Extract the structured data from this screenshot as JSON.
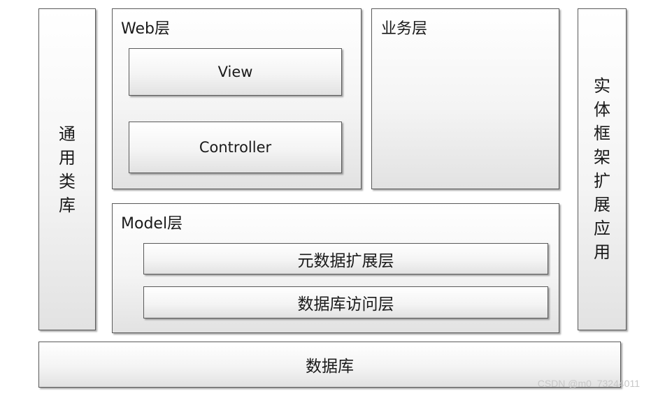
{
  "left_column": {
    "chars": [
      "通",
      "用",
      "类",
      "库"
    ]
  },
  "right_column": {
    "chars": [
      "实",
      "体",
      "框",
      "架",
      "扩",
      "展",
      "应",
      "用"
    ]
  },
  "web_layer": {
    "title": "Web层",
    "view_label": "View",
    "controller_label": "Controller"
  },
  "business_layer": {
    "title": "业务层"
  },
  "model_layer": {
    "title": "Model层",
    "metadata_label": "元数据扩展层",
    "data_access_label": "数据库访问层"
  },
  "database": {
    "label": "数据库"
  },
  "watermark": "CSDN @m0_73244011"
}
